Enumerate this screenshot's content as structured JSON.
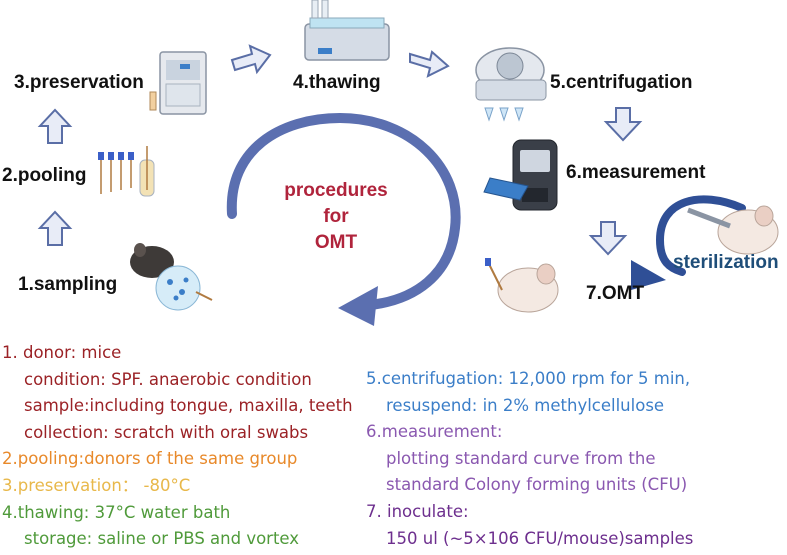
{
  "colors": {
    "arrow_fill": "#e8ecf7",
    "arrow_stroke": "#5a6ea6",
    "cycle_arrow": "#5b6fb0",
    "title_red": "#b0243c",
    "sterilization_blue": "#1f4e79",
    "donor_red": "#9b2226",
    "pooling_orange": "#e8892a",
    "preservation_yellow": "#e8b84a",
    "thawing_green": "#4f9a3a",
    "centrifugation_blue": "#3b7ec8",
    "measurement_purple": "#8a58b0",
    "inoculate_purple": "#6d2f8e"
  },
  "steps": {
    "s1": "1.sampling",
    "s2": "2.pooling",
    "s3": "3.preservation",
    "s4": "4.thawing",
    "s5": "5.centrifugation",
    "s6": "6.measurement",
    "s7": "7.OMT"
  },
  "center_title": {
    "line1": "procedures",
    "line2": "for",
    "line3": "OMT"
  },
  "sterilization": "sterilization",
  "notes_left": [
    "1. donor: mice",
    "   condition: SPF. anaerobic condition",
    "   sample:including tongue, maxilla,  teeth",
    "   collection: scratch with oral swabs",
    "2.pooling:donors of the same group",
    "3.preservation： -80°C",
    "4.thawing: 37°C water bath",
    "   storage: saline or PBS and vortex"
  ],
  "notes_right": [
    "5.centrifugation: 12,000 rpm for 5 min,",
    "   resuspend: in 2% methylcellulose",
    "6.measurement:",
    "   plotting standard curve from the",
    "   standard Colony forming units (CFU)",
    "7.  inoculate:",
    "   150 ul (~5×106 CFU/mouse)samples"
  ]
}
